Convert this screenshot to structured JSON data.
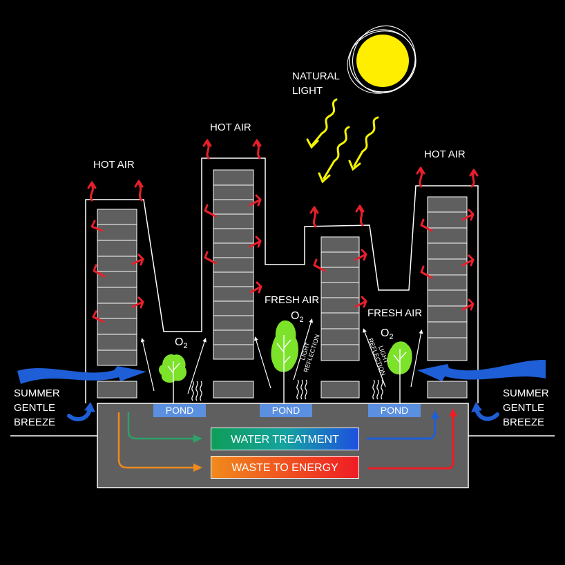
{
  "labels": {
    "hot_air_1": "HOT AIR",
    "hot_air_2": "HOT AIR",
    "hot_air_3": "HOT AIR",
    "natural_light_line1": "NATURAL",
    "natural_light_line2": "LIGHT",
    "fresh_air_1": "FRESH AIR",
    "fresh_air_2": "FRESH AIR",
    "o2_symbol": "O",
    "o2_subscript": "2",
    "light_reflection_line1": "LIGHT",
    "light_reflection_line2": "REFLECTION",
    "breeze_left_line1": "SUMMER",
    "breeze_left_line2": "GENTLE",
    "breeze_left_line3": "BREEZE",
    "breeze_right_line1": "SUMMER",
    "breeze_right_line2": "GENTLE",
    "breeze_right_line3": "BREEZE",
    "pond": "POND",
    "water_treatment": "WATER TREATMENT",
    "waste_to_energy": "WASTE TO ENERGY"
  },
  "colors": {
    "background": "#000000",
    "building_window": "#5f5f5f",
    "basement": "#5f5f5f",
    "outline": "#ffffff",
    "hot_air_arrow": "#e8202a",
    "breeze_arrow": "#1e5fd8",
    "sun": "#ffee00",
    "light_ray": "#f5f500",
    "tree": "#7ce32a",
    "pond": "#5b8fe0",
    "water_flow": "#1aa66a",
    "waste_flow": "#f0821e"
  },
  "icons": {
    "sun": "sun-icon",
    "tree": "tree-icon",
    "heat_wave": "heat-wave-icon",
    "hot_air_arrow": "hot-air-arrow-icon",
    "breeze_arrow": "breeze-arrow-icon"
  }
}
